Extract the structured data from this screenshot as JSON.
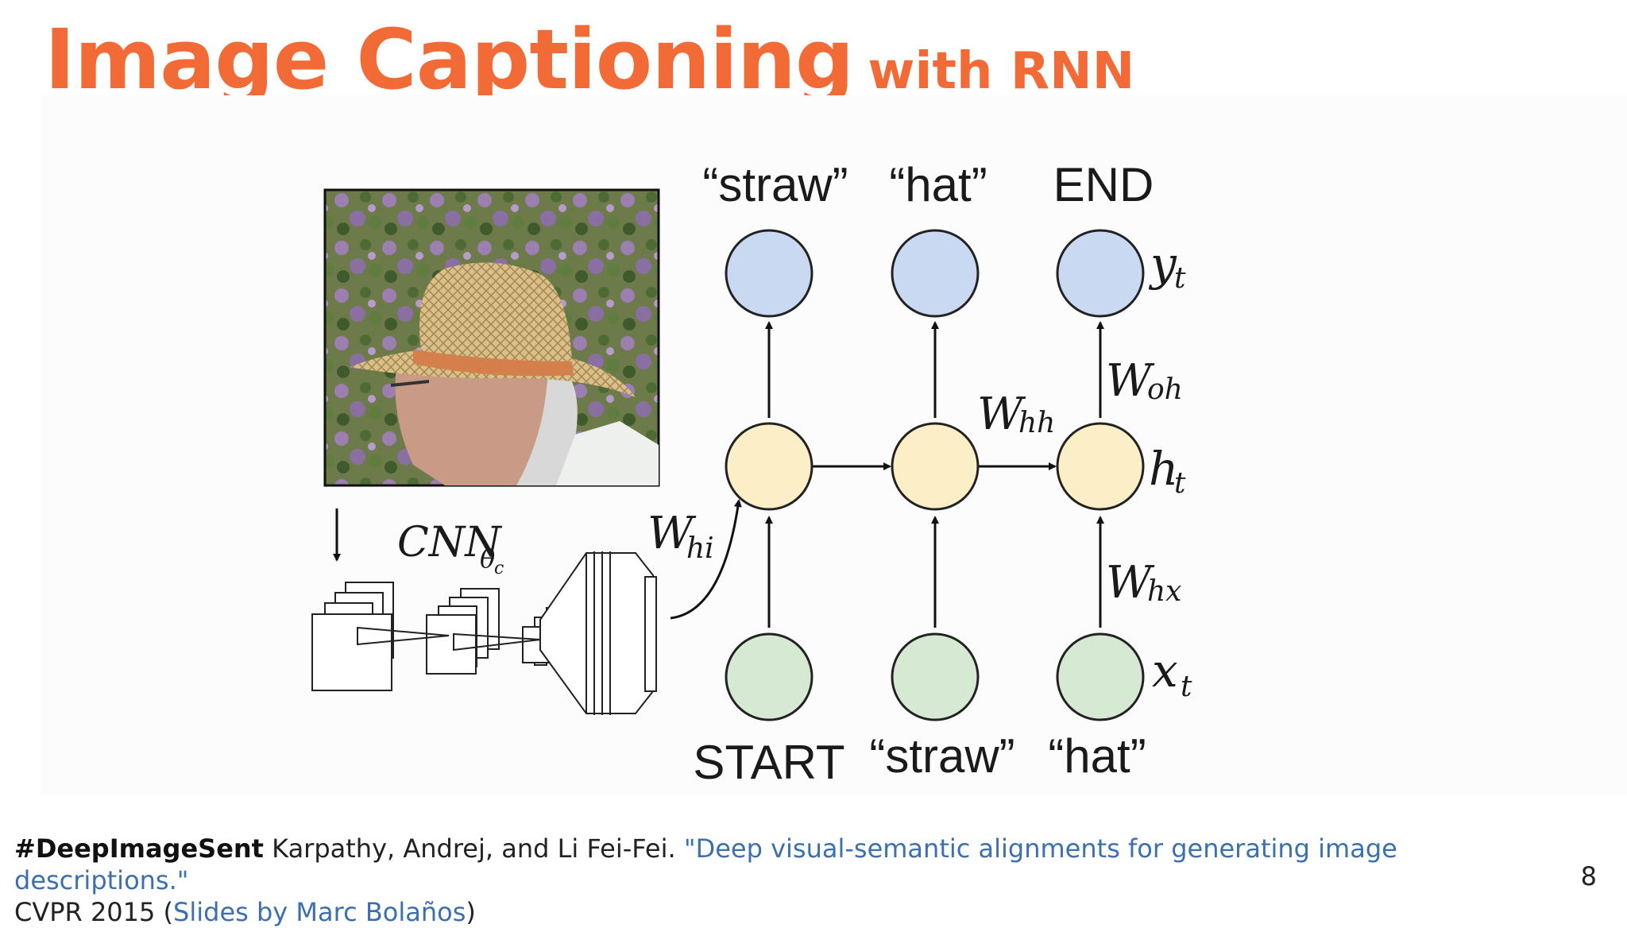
{
  "slide": {
    "title": "Image Captioning",
    "subtitle": "with RNN",
    "page_number": "8"
  },
  "diagram": {
    "output_words": [
      "“straw”",
      "“hat”",
      "END"
    ],
    "input_words": [
      "START",
      "“straw”",
      "“hat”"
    ],
    "cnn_label": "CNN",
    "cnn_subscript": "θ",
    "cnn_subsubscript": "c",
    "labels": {
      "y": "y",
      "y_sub": "t",
      "h": "h",
      "h_sub": "t",
      "x": "x",
      "x_sub": "t",
      "w_oh": "W",
      "w_oh_sub": "oh",
      "w_hh": "W",
      "w_hh_sub": "hh",
      "w_hx": "W",
      "w_hx_sub": "hx",
      "w_hi": "W",
      "w_hi_sub": "hi"
    },
    "colors": {
      "output_node": "#c9d9f1",
      "hidden_node": "#fcefc7",
      "input_node": "#d6ead3",
      "title": "#f26a36",
      "link": "#3c6fb2"
    },
    "photo": {
      "icon": "man-in-straw-hat-photo"
    }
  },
  "footer": {
    "tag": "#DeepImageSent",
    "authors": " Karpathy, Andrej, and Li Fei-Fei. ",
    "paper_title": "\"Deep visual-semantic alignments for generating image descriptions.\"",
    "venue_prefix": "CVPR 2015 (",
    "slides_credit": "Slides by Marc Bolaños",
    "venue_suffix": ")"
  }
}
